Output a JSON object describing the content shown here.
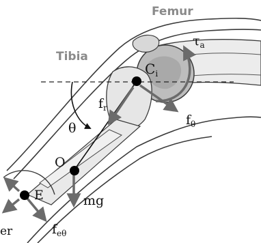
{
  "labels": {
    "femur": "Femur",
    "tibia": "Tibia",
    "tau_a": "τ",
    "tau_a_sub": "a",
    "c_i": "C",
    "c_i_sub": "i",
    "f_r": "f",
    "f_r_sub": "r",
    "f_theta": "f",
    "f_theta_sub": "θ",
    "theta": "θ",
    "o": "O",
    "mg": "mg",
    "e": "E",
    "f_e_theta": "f",
    "f_e_theta_sub": "eθ",
    "cropped_edge": "er"
  },
  "colors": {
    "bone_outline": "#3a3a3a",
    "bone_fill": "#e9e9e9",
    "condyle_fill": "#bdbdbd",
    "force_arrow": "#6b6b6b",
    "point": "#000000",
    "label_bold": "#8a8a8a"
  }
}
